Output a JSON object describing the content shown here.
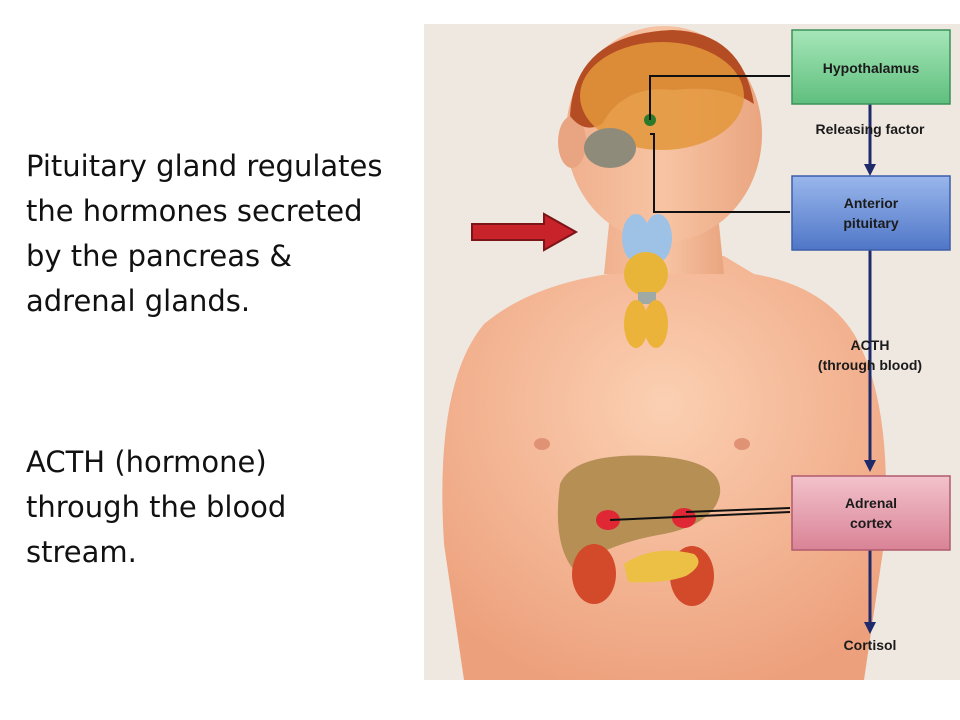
{
  "text": {
    "paragraph1": "Pituitary gland regulates the hormones secreted by the pancreas & adrenal glands.",
    "paragraph2": "ACTH (hormone) through the blood stream."
  },
  "diagram": {
    "boxes": {
      "hypothalamus": "Hypothalamus",
      "anterior_pituitary_line1": "Anterior",
      "anterior_pituitary_line2": "pituitary",
      "adrenal_cortex_line1": "Adrenal",
      "adrenal_cortex_line2": "cortex"
    },
    "labels": {
      "releasing_factor": "Releasing factor",
      "acth_line1": "ACTH",
      "acth_line2": "(through blood)",
      "cortisol": "Cortisol"
    }
  },
  "colors": {
    "hypothalamus_box": "#7fd39a",
    "anterior_pituitary_box": "#6f94d8",
    "adrenal_cortex_box": "#e8a3b2",
    "pointer_arrow": "#c8232a",
    "flow_arrow": "#1f2a6b"
  }
}
